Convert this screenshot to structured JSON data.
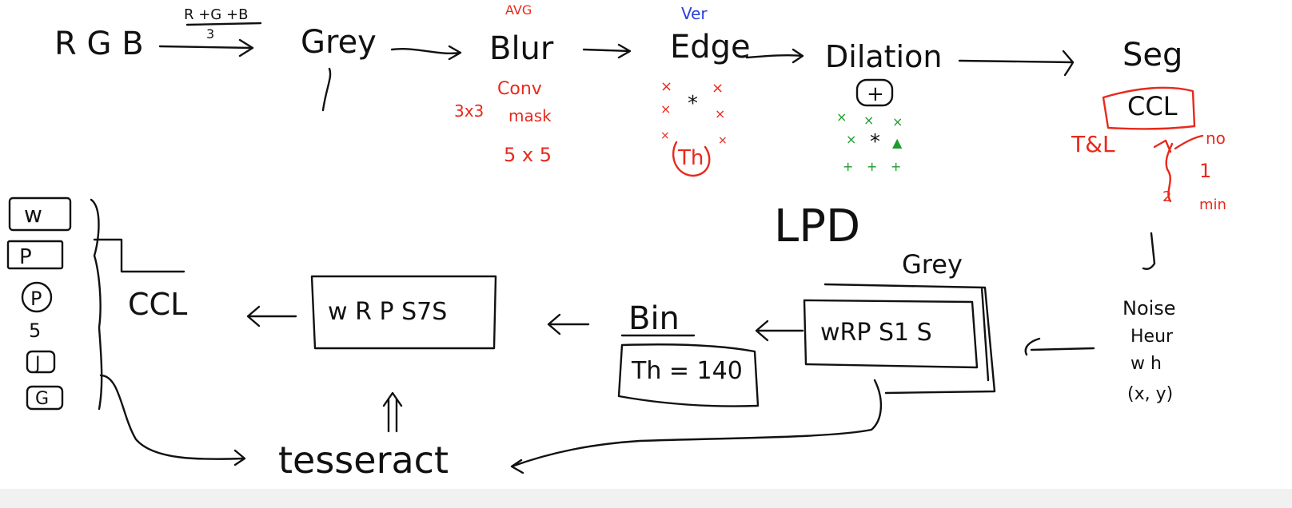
{
  "top_row": {
    "rgb": "R G B",
    "formula_top": "R +G +B",
    "formula_bottom": "3",
    "grey": "Grey",
    "blur": "Blur",
    "blur_note": "AVG",
    "conv": "Conv",
    "mask": "mask",
    "k3": "3x3",
    "k5": "5 x 5",
    "edge": "Edge",
    "edge_note": "Ver",
    "th": "Th",
    "dilation": "Dilation",
    "plus": "+",
    "seg": "Seg",
    "ccl": "CCL",
    "tbl": "T&L",
    "no": "no",
    "one": "1",
    "two": "2",
    "min": "min"
  },
  "lpd": {
    "title": "LPD",
    "grey": "Grey",
    "warped": "wRP S1 S",
    "noise_lines": [
      "Noise",
      "Heur",
      "w  h",
      "(x, y)"
    ]
  },
  "bottom_row": {
    "bin": "Bin",
    "threshold": "Th = 140",
    "warped2": "w R P S7S",
    "ccl": "CCL",
    "tesseract": "tesseract",
    "side_labels": [
      "w",
      "P",
      "P",
      "5",
      "J",
      "G"
    ]
  },
  "colors": {
    "black": "#111111",
    "red": "#e8291c",
    "blue": "#2a3fd6",
    "green": "#1e9b2e"
  }
}
